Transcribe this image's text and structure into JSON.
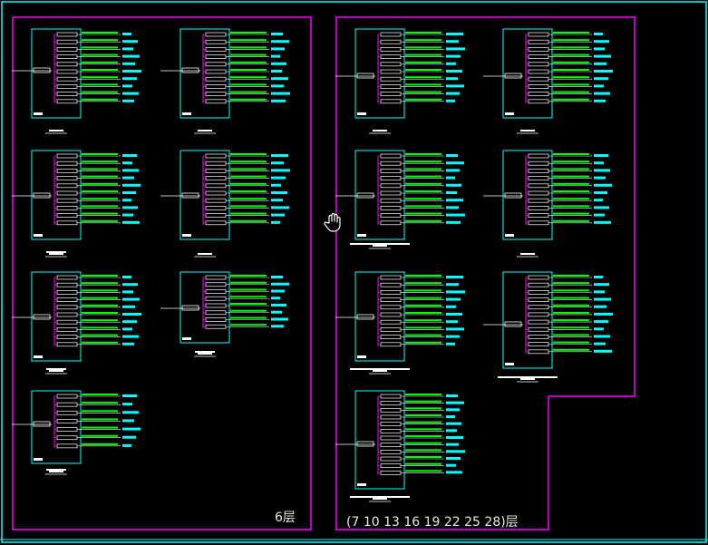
{
  "sheets": [
    {
      "name": "left",
      "label": "6层"
    },
    {
      "name": "right",
      "label": "(7 10 13 16 19 22 25 28)层"
    }
  ],
  "colors": {
    "background": "#000000",
    "viewport_frame": "#00ffff",
    "sheet_border": "#ff00ff",
    "panel_frame": "#00ffff",
    "breaker_box": "#ffffff",
    "circuit_text": "#00ff00",
    "load_text": "#00ffff",
    "bus_line": "#ff00ff",
    "caption_text": "#ffffff"
  },
  "icons": {
    "cursor": "pan-hand-icon"
  }
}
